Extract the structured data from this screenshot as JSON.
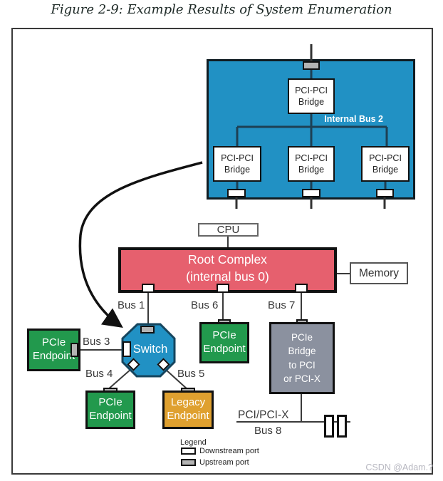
{
  "title": "Figure 2-9: Example Results of System Enumeration",
  "watermark": "CSDN @Adam.?",
  "colors": {
    "switch_internal_blue": "#2191c4",
    "root_complex_red": "#e6606e",
    "endpoint_green": "#22994d",
    "legacy_orange": "#dfa02f",
    "bridge_gray": "#8b919f",
    "upstream_port_gray": "#b4b4b4",
    "downstream_port_white": "#ffffff"
  },
  "labels": {
    "pci_pci_bridge": "PCI-PCI\nBridge",
    "internal_bus_2": "Internal Bus 2",
    "cpu": "CPU",
    "root_complex": "Root Complex\n(internal bus 0)",
    "memory": "Memory",
    "switch": "Switch",
    "pcie_endpoint": "PCIe\nEndpoint",
    "legacy_endpoint": "Legacy\nEndpoint",
    "pcie_bridge": "PCIe\nBridge\nto PCI\nor PCI-X",
    "pci_pcix": "PCI/PCI-X"
  },
  "buses": {
    "bus1": "Bus 1",
    "bus3": "Bus 3",
    "bus4": "Bus 4",
    "bus5": "Bus 5",
    "bus6": "Bus 6",
    "bus7": "Bus 7",
    "bus8": "Bus 8"
  },
  "legend": {
    "title": "Legend",
    "items": [
      {
        "label": "Downstream port",
        "swatch": "downstream-port-white"
      },
      {
        "label": "Upstream port",
        "swatch": "upstream-port-gray"
      }
    ]
  }
}
